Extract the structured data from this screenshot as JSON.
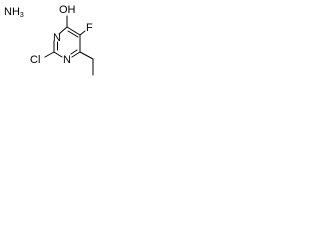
{
  "reagent": {
    "symbol": "NH",
    "count": "3"
  },
  "atoms": {
    "hydroxyl": "OH",
    "fluorine": "F",
    "nitrogen_top": "N",
    "nitrogen_bottom": "N",
    "chlorine": "Cl"
  },
  "colors": {
    "ink": "#000000",
    "background": "#ffffff"
  }
}
